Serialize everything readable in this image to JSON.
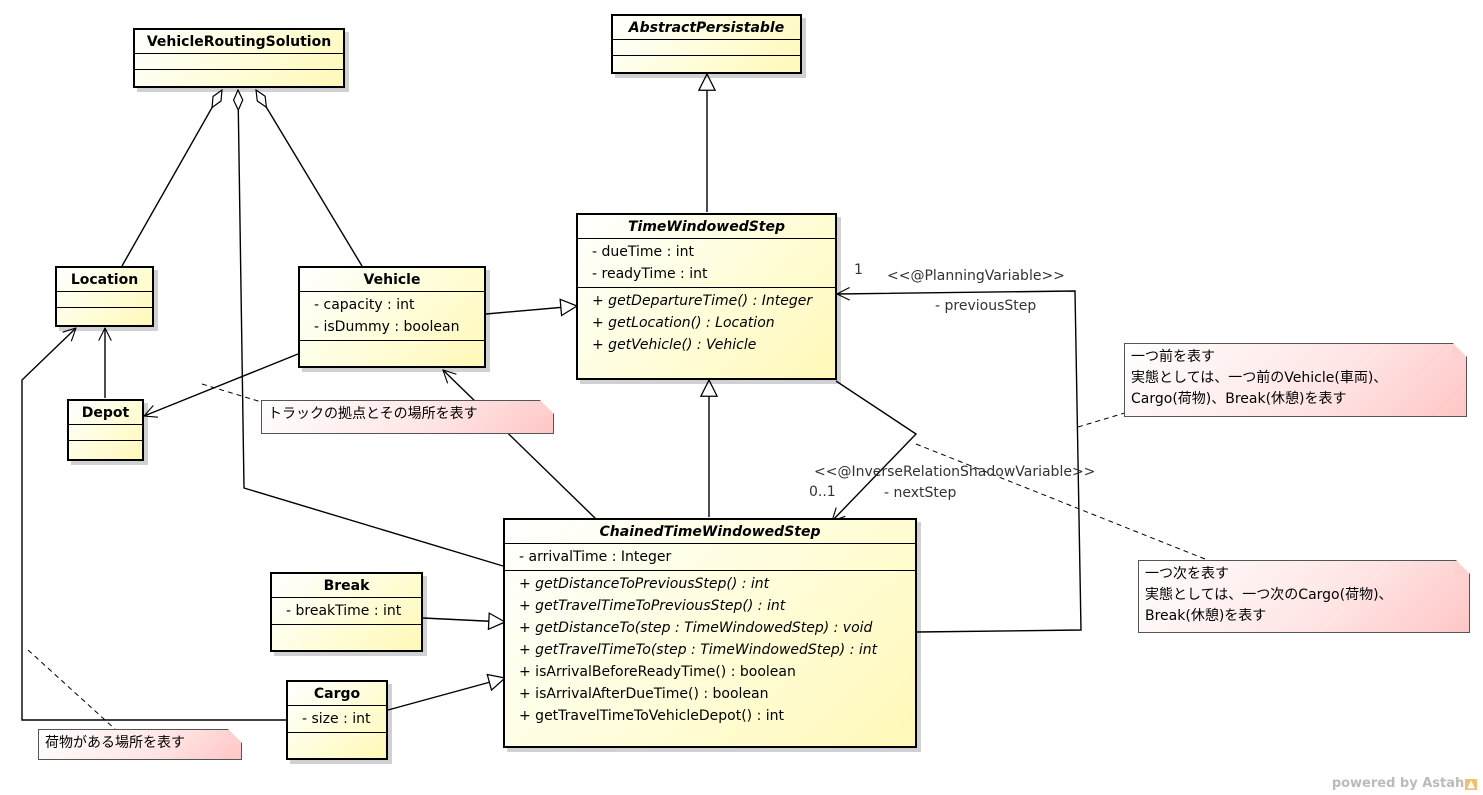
{
  "classes": {
    "vrs": {
      "name": "VehicleRoutingSolution"
    },
    "abstract_persistable": {
      "name": "AbstractPersistable"
    },
    "location": {
      "name": "Location"
    },
    "depot": {
      "name": "Depot"
    },
    "vehicle": {
      "name": "Vehicle",
      "attrs": [
        "- capacity : int",
        "- isDummy : boolean"
      ]
    },
    "tws": {
      "name": "TimeWindowedStep",
      "attrs": [
        "- dueTime : int",
        "- readyTime : int"
      ],
      "ops": [
        "+ getDepartureTime() : Integer",
        "+ getLocation() : Location",
        "+ getVehicle() : Vehicle"
      ]
    },
    "ctws": {
      "name": "ChainedTimeWindowedStep",
      "attrs": [
        "- arrivalTime : Integer"
      ],
      "ops_italic": [
        "+ getDistanceToPreviousStep() : int",
        "+ getTravelTimeToPreviousStep() : int",
        "+ getDistanceTo(step : TimeWindowedStep) : void",
        "+ getTravelTimeTo(step : TimeWindowedStep) : int"
      ],
      "ops": [
        "+ isArrivalBeforeReadyTime() : boolean",
        "+ isArrivalAfterDueTime() : boolean",
        "+ getTravelTimeToVehicleDepot() : int"
      ]
    },
    "break": {
      "name": "Break",
      "attrs": [
        "- breakTime : int"
      ]
    },
    "cargo": {
      "name": "Cargo",
      "attrs": [
        "- size : int"
      ]
    }
  },
  "notes": {
    "depot_note": "トラックの拠点とその場所を表す",
    "cargo_note": "荷物がある場所を表す",
    "prev_note": [
      "一つ前を表す",
      "実態としては、一つ前のVehicle(車両)、",
      "Cargo(荷物)、Break(休憩)を表す"
    ],
    "next_note": [
      "一つ次を表す",
      "実態としては、一つ次のCargo(荷物)、",
      "Break(休憩)を表す"
    ]
  },
  "labels": {
    "planning_var": "<<@PlanningVariable>>",
    "prev_step": "- previousStep",
    "mult_one": "1",
    "inverse_var": "<<@InverseRelationShadowVariable>>",
    "next_step": "- nextStep",
    "mult_zero_one": "0..1"
  },
  "watermark": "powered by Astah"
}
